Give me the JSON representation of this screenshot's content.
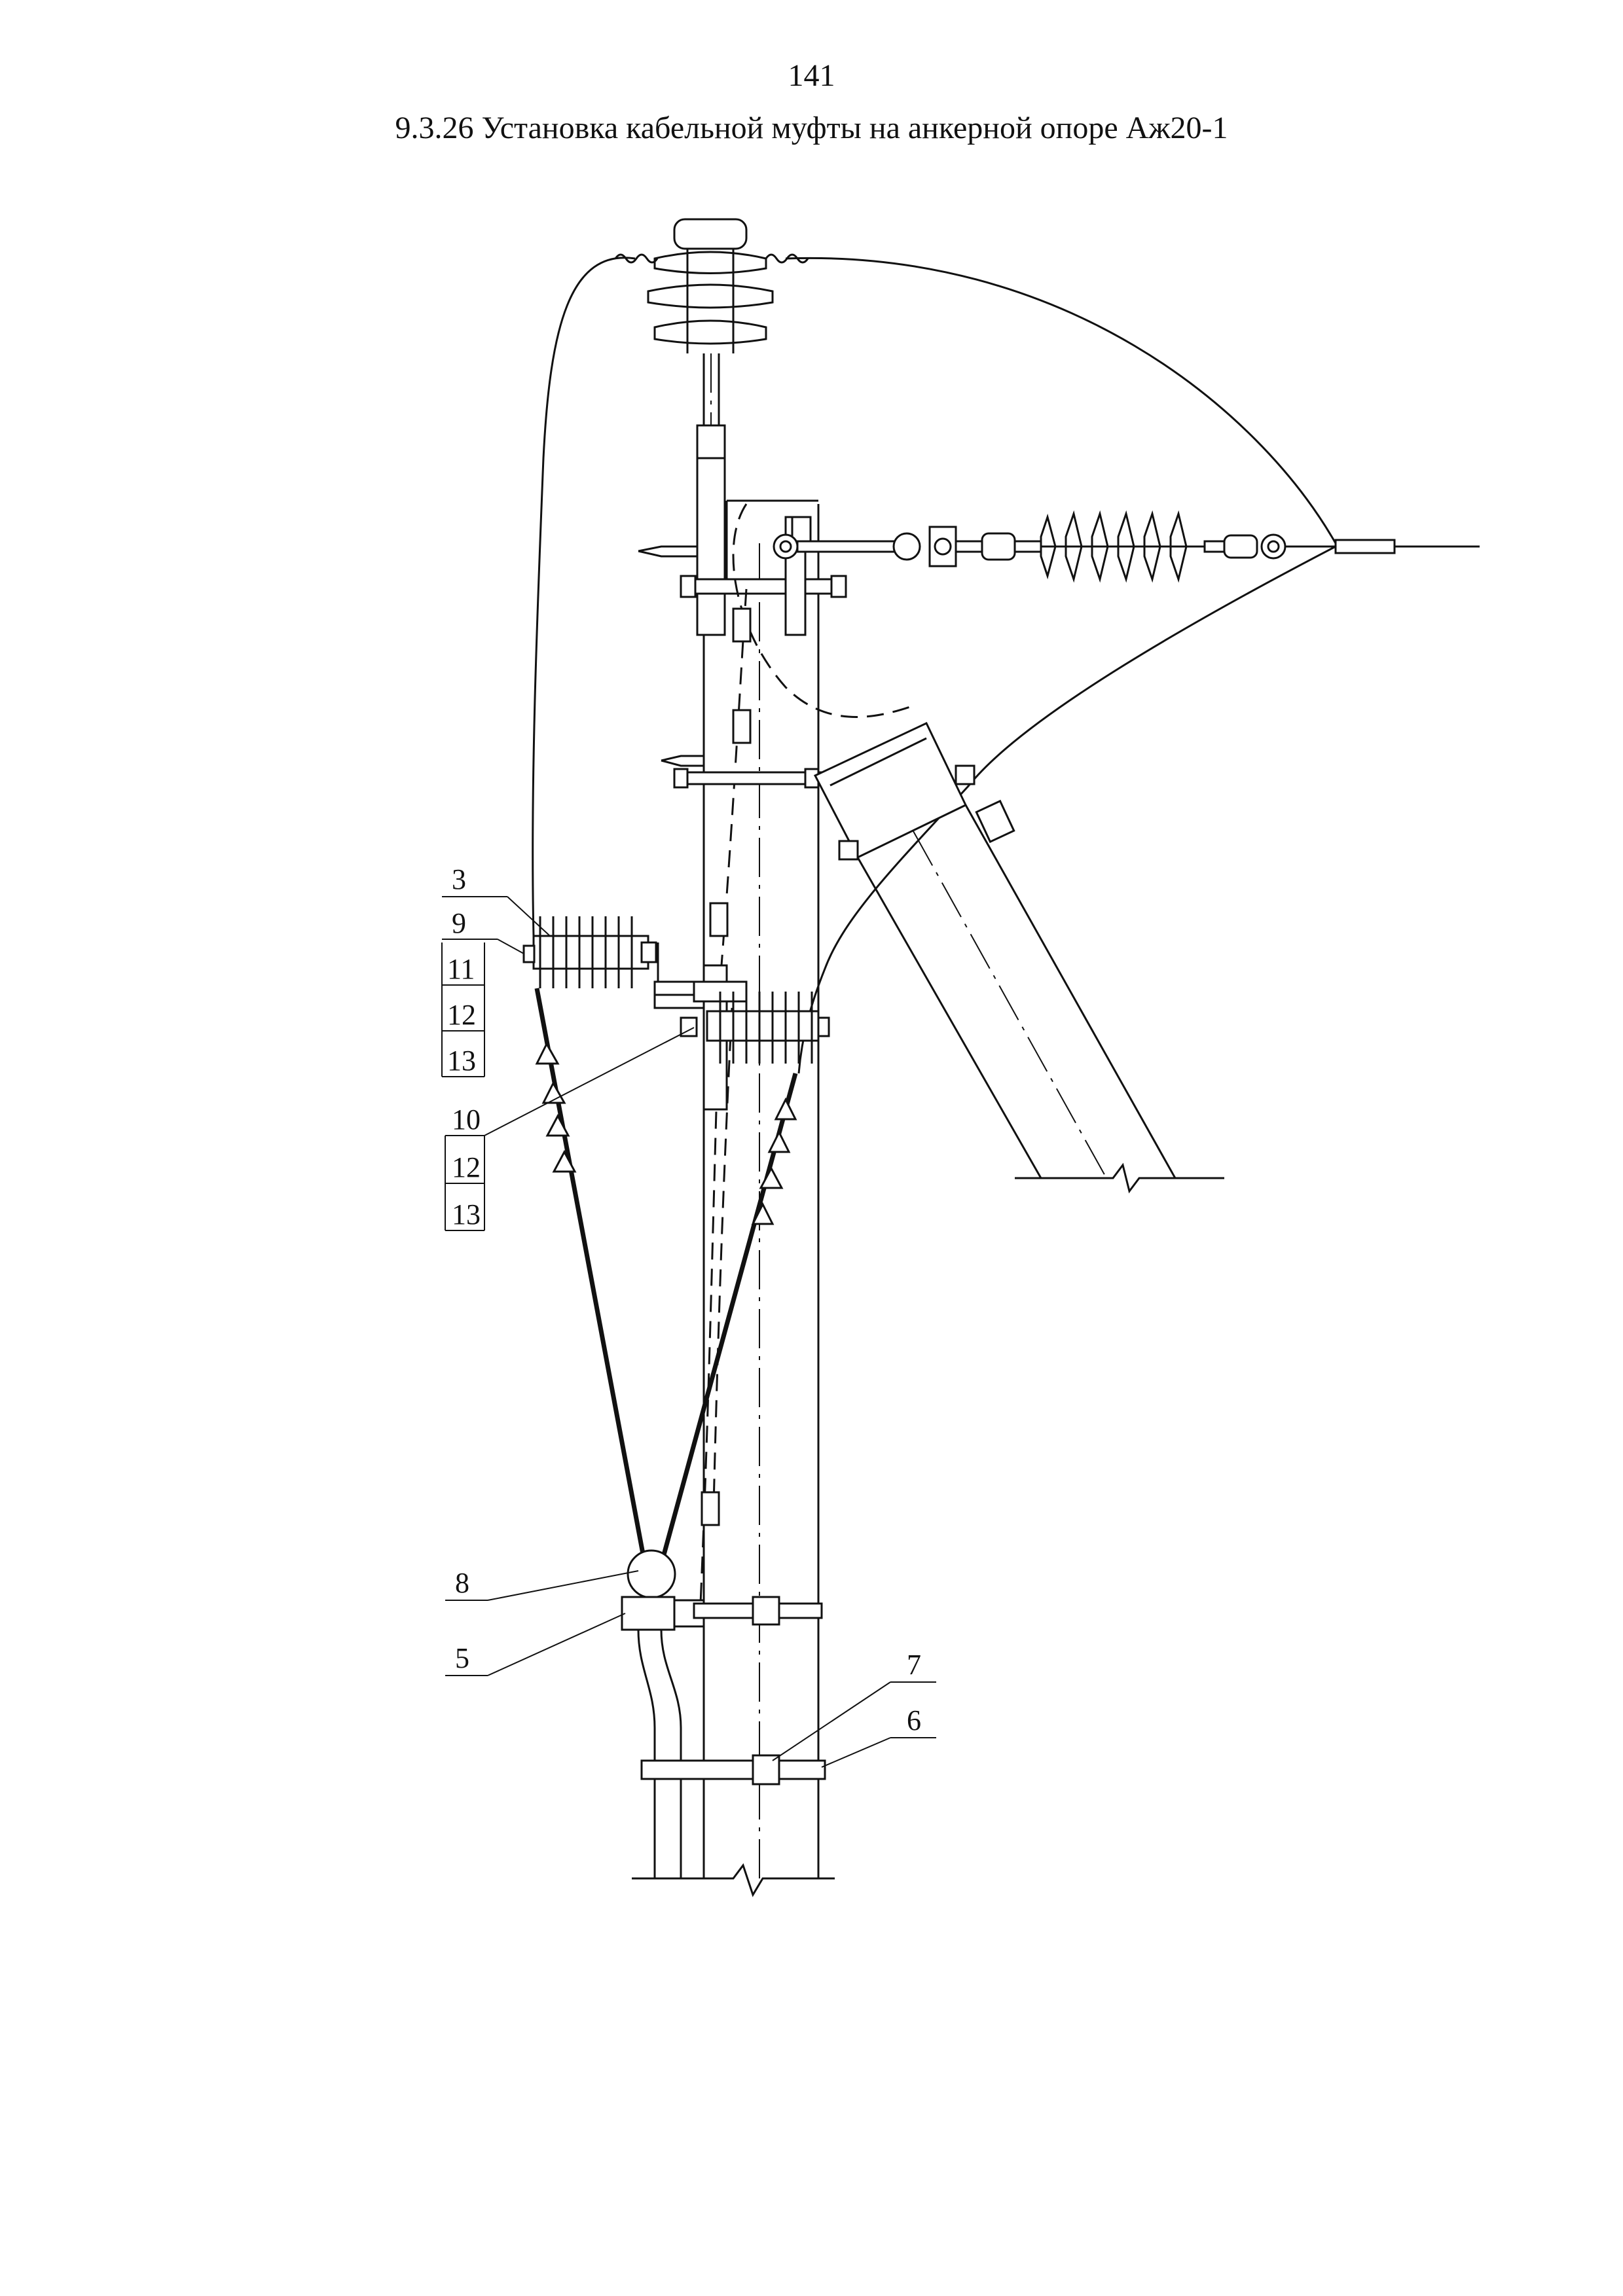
{
  "page_number": "141",
  "title": "9.3.26 Установка кабельной муфты на анкерной опоре Аж20-1",
  "callouts": {
    "c3": "3",
    "c9": "9",
    "c11": "11",
    "c12a": "12",
    "c13a": "13",
    "c10": "10",
    "c12b": "12",
    "c13b": "13",
    "c8": "8",
    "c5": "5",
    "c7": "7",
    "c6": "6"
  }
}
